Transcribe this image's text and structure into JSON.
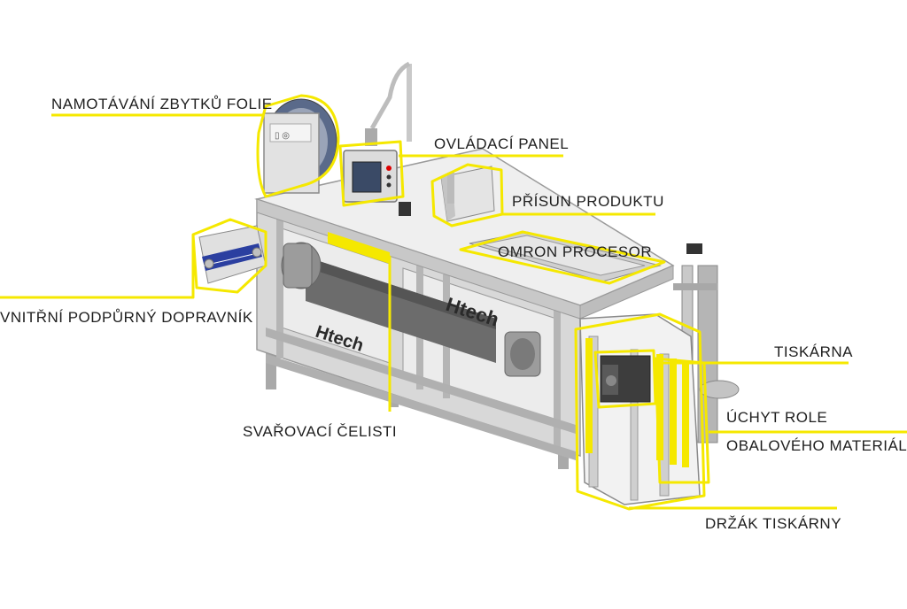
{
  "labels": {
    "film_rewind": "NAMOTÁVÁNÍ ZBYTKŮ FOLIE",
    "control_panel": "OVLÁDACÍ PANEL",
    "product_feed": "PŘÍSUN PRODUKTU",
    "omron": "OMRON PROCESOR",
    "inner_conveyor": "VNITŘNÍ PODPŮRNÝ DOPRAVNÍK",
    "printer": "TISKÁRNA",
    "roll_holder_line1": "ÚCHYT ROLE",
    "roll_holder_line2": "OBALOVÉHO MATERIÁLU",
    "sealing_jaws": "SVAŘOVACÍ ČELISTI",
    "printer_holder": "DRŽÁK TISKÁRNY"
  },
  "brand": {
    "side_text": "Htech",
    "front_text": "Htech"
  },
  "colors": {
    "highlight": "#f5e800",
    "frame": "#b9b9b9",
    "frame_dark": "#8a8a8a",
    "steel_light": "#dedede",
    "conveyor_blue": "#2b3fa0",
    "text": "#1e1e1e"
  }
}
